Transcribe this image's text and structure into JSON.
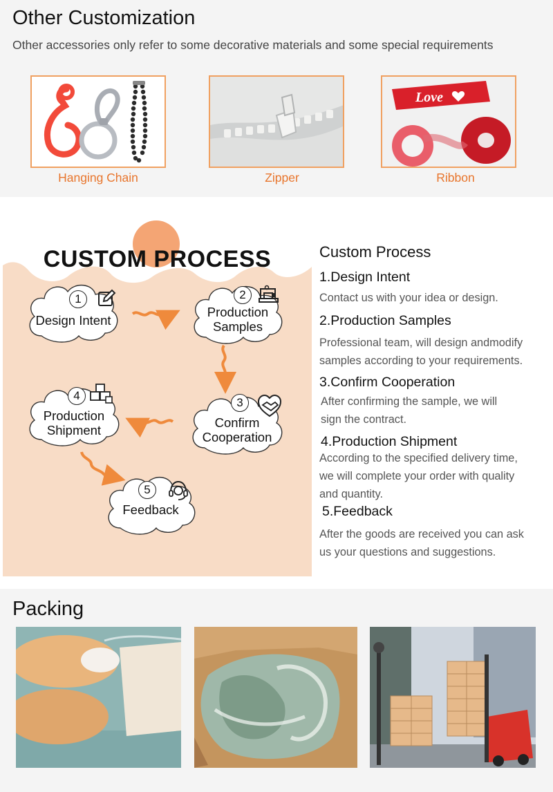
{
  "customization": {
    "title": "Other Customization",
    "subtitle": "Other accessories only refer to some decorative materials and some special requirements",
    "items": [
      {
        "label": "Hanging Chain"
      },
      {
        "label": "Zipper"
      },
      {
        "label": "Ribbon",
        "badge": "Love"
      }
    ]
  },
  "process_graphic": {
    "title": "CUSTOM PROCESS",
    "steps": [
      {
        "num": "1",
        "line1": "Design Intent",
        "line2": ""
      },
      {
        "num": "2",
        "line1": "Production",
        "line2": "Samples"
      },
      {
        "num": "3",
        "line1": "Confirm",
        "line2": "Cooperation"
      },
      {
        "num": "4",
        "line1": "Production",
        "line2": "Shipment"
      },
      {
        "num": "5",
        "line1": "Feedback",
        "line2": ""
      }
    ]
  },
  "process_text": {
    "title": "Custom Process",
    "steps": [
      {
        "heading": "1.Design Intent",
        "lines": [
          "Contact us with your idea or design."
        ]
      },
      {
        "heading": "2.Production Samples",
        "lines": [
          "Professional team, will design andmodify",
          "samples according to your requirements."
        ]
      },
      {
        "heading": "3.Confirm Cooperation",
        "lines": [
          "After confirming the sample, we will",
          "sign the contract."
        ]
      },
      {
        "heading": "4.Production Shipment",
        "lines": [
          "According to the specified delivery time,",
          "we will complete your order with quality",
          "and quantity."
        ]
      },
      {
        "heading": "5.Feedback",
        "lines": [
          "After the goods are received you can ask",
          "us your questions and suggestions."
        ]
      }
    ]
  },
  "packing": {
    "title": "Packing"
  },
  "colors": {
    "accent_orange": "#e8752c",
    "card_border": "#f0a060",
    "process_bg": "#f8dcc6",
    "arrow": "#ef8a3c"
  }
}
